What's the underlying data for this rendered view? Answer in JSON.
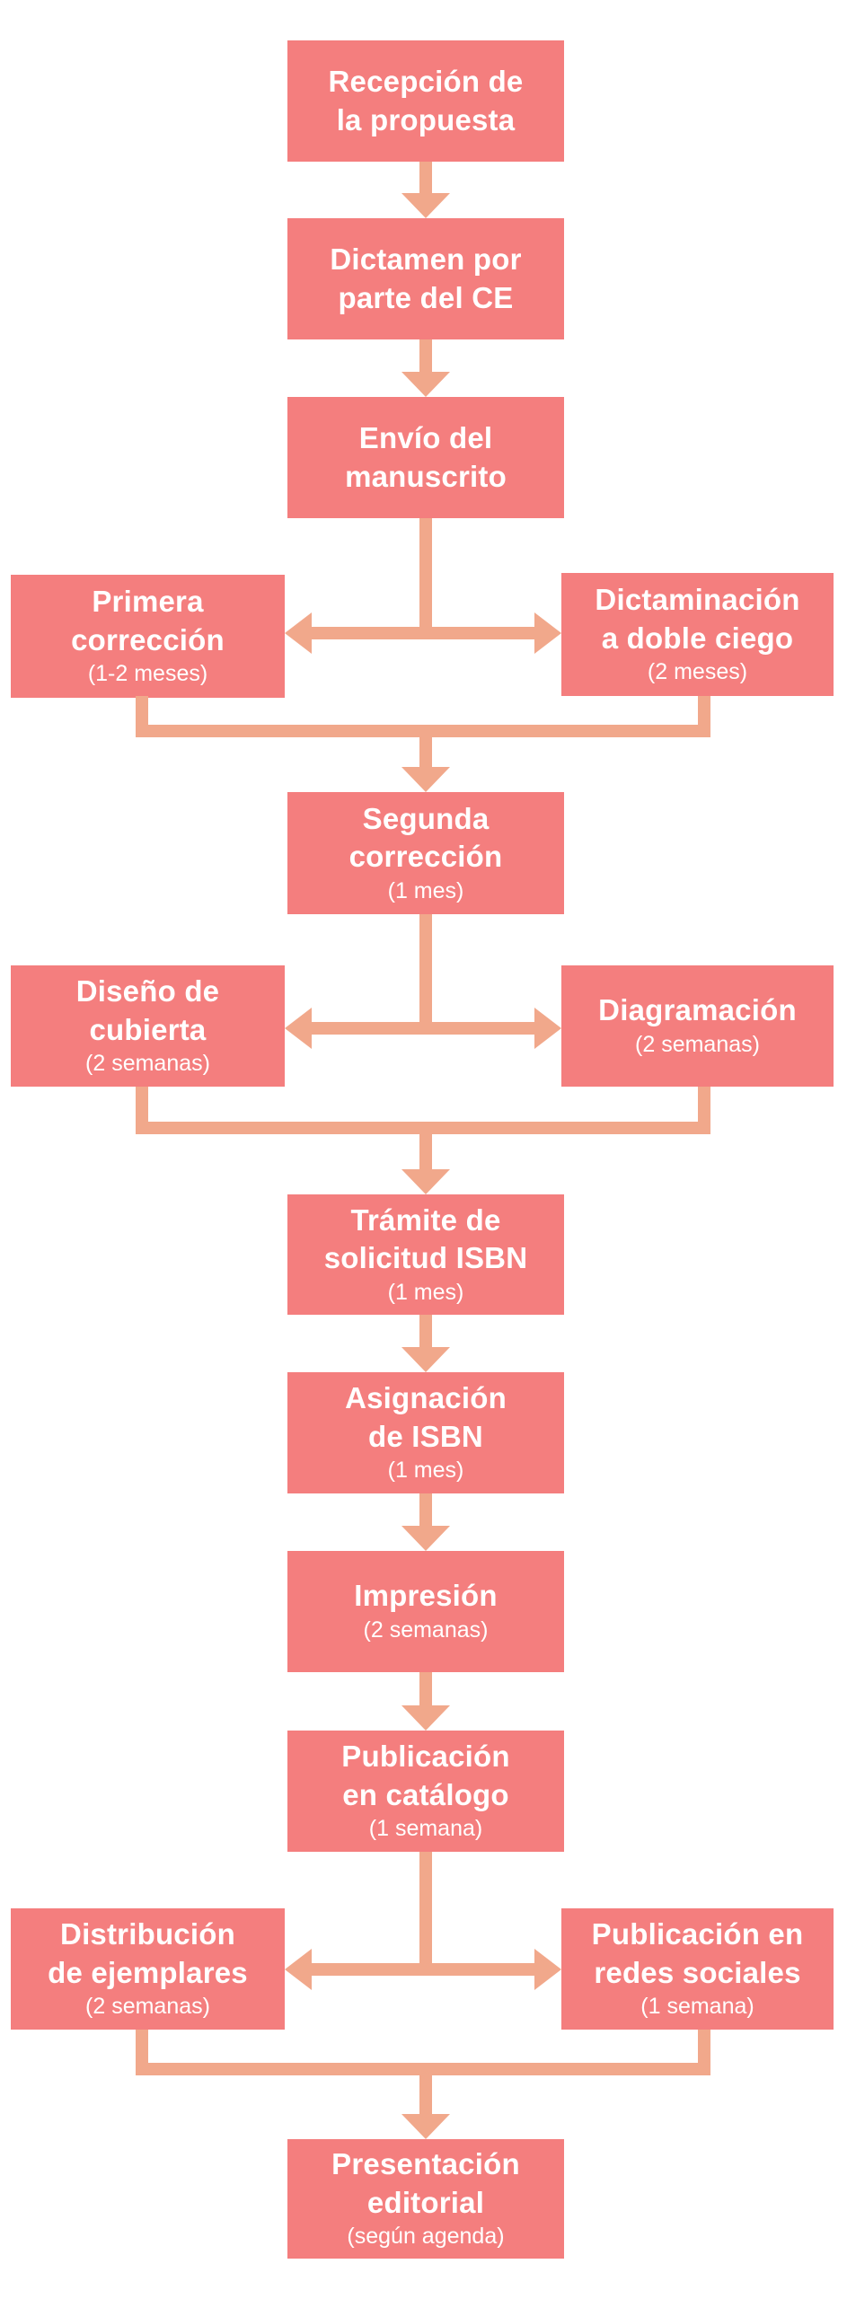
{
  "flowchart": {
    "background_color": "#FFFFFF",
    "node_color": "#F47E7E",
    "arrow_color": "#F1A88B",
    "text_color": "#FFFFFF",
    "nodes": [
      {
        "id": "recepcion-propuesta",
        "title": "Recepción de\nla propuesta"
      },
      {
        "id": "dictamen-ce",
        "title": "Dictamen por\nparte del CE"
      },
      {
        "id": "envio-manuscrito",
        "title": "Envío del\nmanuscrito"
      },
      {
        "id": "primera-correccion",
        "title": "Primera\ncorrección",
        "duration": "(1-2 meses)"
      },
      {
        "id": "dictaminacion-doble-ciego",
        "title": "Dictaminación\na doble ciego",
        "duration": "(2 meses)"
      },
      {
        "id": "segunda-correccion",
        "title": "Segunda\ncorrección",
        "duration": "(1 mes)"
      },
      {
        "id": "diseno-cubierta",
        "title": "Diseño de\ncubierta",
        "duration": "(2 semanas)"
      },
      {
        "id": "diagramacion",
        "title": "Diagramación",
        "duration": "(2 semanas)"
      },
      {
        "id": "tramite-solicitud-isbn",
        "title": "Trámite de\nsolicitud ISBN",
        "duration": "(1 mes)"
      },
      {
        "id": "asignacion-isbn",
        "title": "Asignación\nde ISBN",
        "duration": "(1 mes)"
      },
      {
        "id": "impresion",
        "title": "Impresión",
        "duration": "(2 semanas)"
      },
      {
        "id": "publicacion-catalogo",
        "title": "Publicación\nen catálogo",
        "duration": "(1 semana)"
      },
      {
        "id": "distribucion-ejemplares",
        "title": "Distribución\nde ejemplares",
        "duration": "(2 semanas)"
      },
      {
        "id": "publicacion-redes",
        "title": "Publicación en\nredes sociales",
        "duration": "(1 semana)"
      },
      {
        "id": "presentacion-editorial",
        "title": "Presentación\neditorial",
        "duration": "(según agenda)"
      }
    ]
  }
}
